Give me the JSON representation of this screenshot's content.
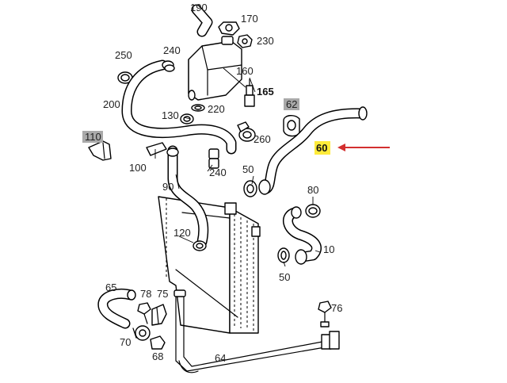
{
  "callouts": {
    "p190": "190",
    "p170": "170",
    "p230": "230",
    "p250": "250",
    "p240a": "240",
    "p160": "160",
    "p165": "165",
    "p200": "200",
    "p130": "130",
    "p220": "220",
    "p62": "62",
    "p260": "260",
    "p110": "110",
    "p100": "100",
    "p240b": "240",
    "p60": "60",
    "p50a": "50",
    "p90": "90",
    "p80": "80",
    "p120": "120",
    "p10": "10",
    "p50b": "50",
    "p65": "65",
    "p78": "78",
    "p75": "75",
    "p76": "76",
    "p70": "70",
    "p68": "68",
    "p64": "64"
  },
  "colors": {
    "gray_box": "#a9a9a9",
    "highlight_box": "#ffeb3b",
    "arrow": "#d32f2f",
    "line": "#000000"
  }
}
